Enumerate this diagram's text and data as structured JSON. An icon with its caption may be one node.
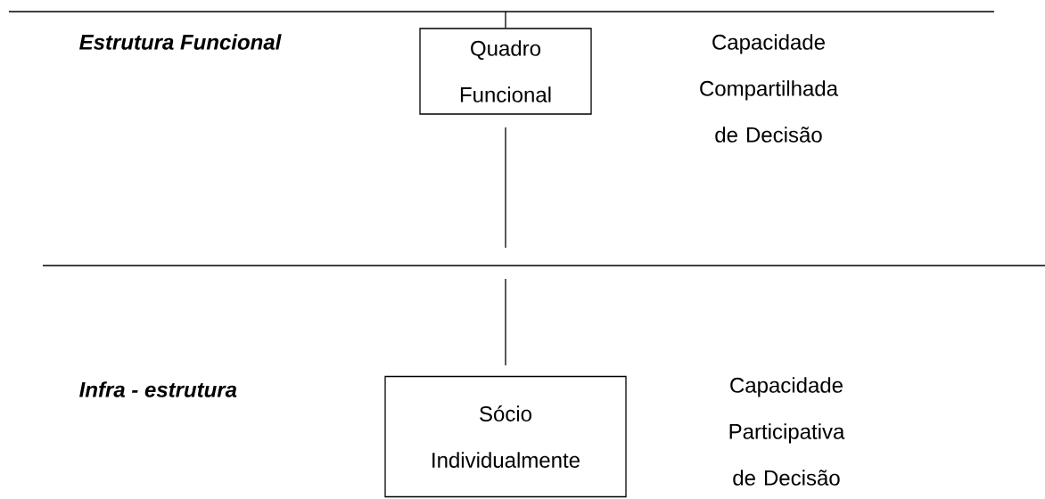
{
  "diagram": {
    "nodes": [
      {
        "text": [
          "Quadro Funcional"
        ]
      },
      {
        "text": [
          "Sócio Individualmente"
        ]
      }
    ],
    "labels": [
      "Estrutura Funcional",
      "Capacidade Compartilhada de Decisão",
      "Infra - estrutura",
      "Capacidade Participativa de Decisão"
    ]
  }
}
